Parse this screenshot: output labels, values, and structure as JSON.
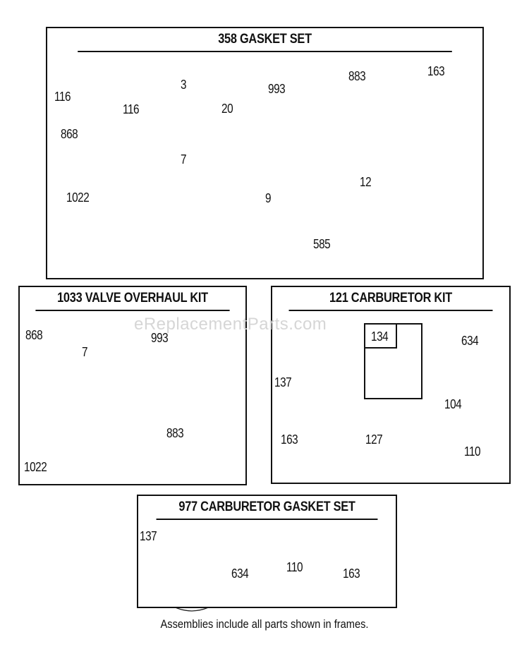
{
  "watermark": "eReplacementParts.com",
  "footnote": "Assemblies include all parts shown in frames.",
  "frames": {
    "gasket_set": {
      "title": "358 GASKET SET",
      "labels": {
        "p116a": "116",
        "p116b": "116",
        "p868": "868",
        "p1022": "1022",
        "p3": "3",
        "p20": "20",
        "p7": "7",
        "p993": "993",
        "p9": "9",
        "p883": "883",
        "p163": "163",
        "p585": "585",
        "p12": "12"
      }
    },
    "valve_kit": {
      "title": "1033 VALVE OVERHAUL KIT",
      "labels": {
        "p868": "868",
        "p7": "7",
        "p993": "993",
        "p1022": "1022",
        "p883": "883"
      }
    },
    "carb_kit": {
      "title": "121 CARBURETOR KIT",
      "labels": {
        "p134": "134",
        "p634": "634",
        "p137": "137",
        "p104": "104",
        "p163": "163",
        "p127": "127",
        "p110": "110"
      }
    },
    "carb_gasket": {
      "title": "977 CARBURETOR  GASKET SET",
      "labels": {
        "p137": "137",
        "p634": "634",
        "p110": "110",
        "p163": "163"
      }
    }
  }
}
